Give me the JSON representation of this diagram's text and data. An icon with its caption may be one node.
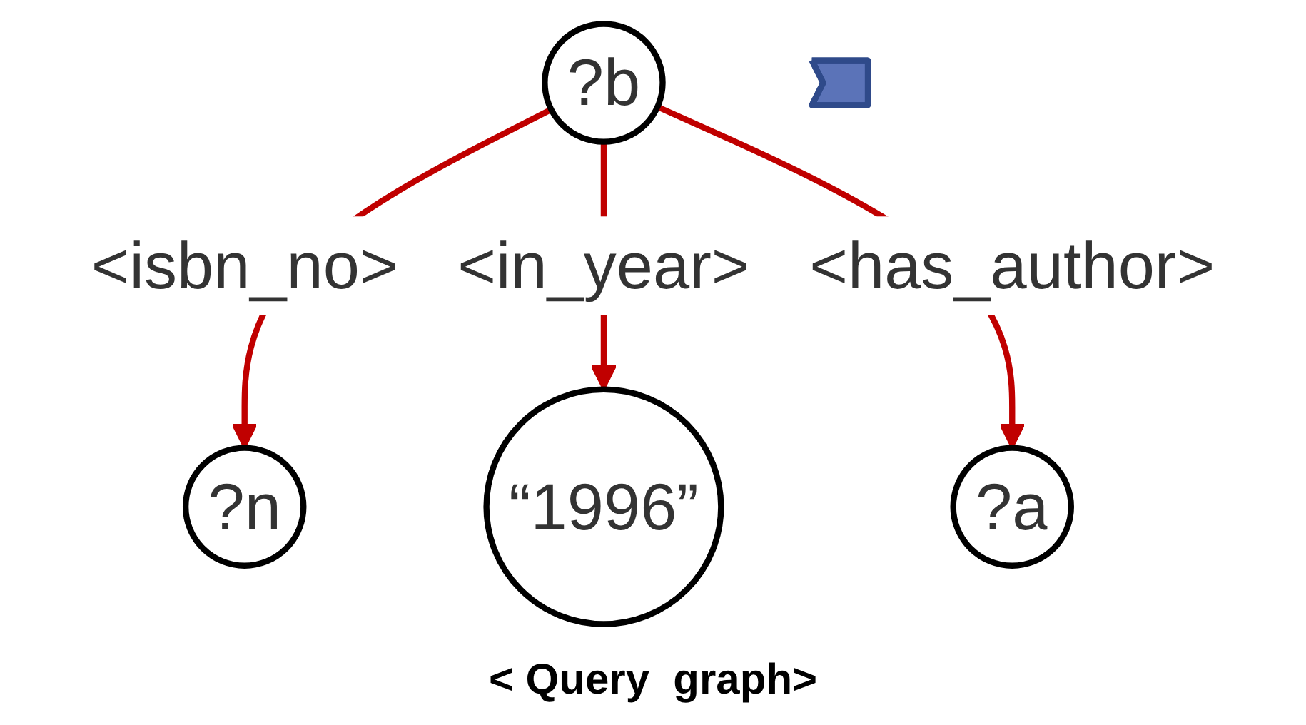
{
  "diagram": {
    "caption": "< Query  graph>",
    "nodes": [
      {
        "text": [
          "?b"
        ]
      },
      {
        "text": [
          "?n"
        ]
      },
      {
        "text": [
          "“1996”"
        ]
      },
      {
        "text": [
          "?a"
        ]
      },
      {
        "text": [],
        "shape": "arrow"
      }
    ],
    "edges": [
      {
        "from": 0,
        "to": 1,
        "arrow": "to",
        "label": "<isbn_no>",
        "color": "#c00000"
      },
      {
        "from": 0,
        "to": 2,
        "arrow": "to",
        "label": "<in_year>",
        "color": "#c00000"
      },
      {
        "from": 0,
        "to": 3,
        "arrow": "to",
        "label": "<has_author>",
        "color": "#c00000"
      }
    ]
  }
}
